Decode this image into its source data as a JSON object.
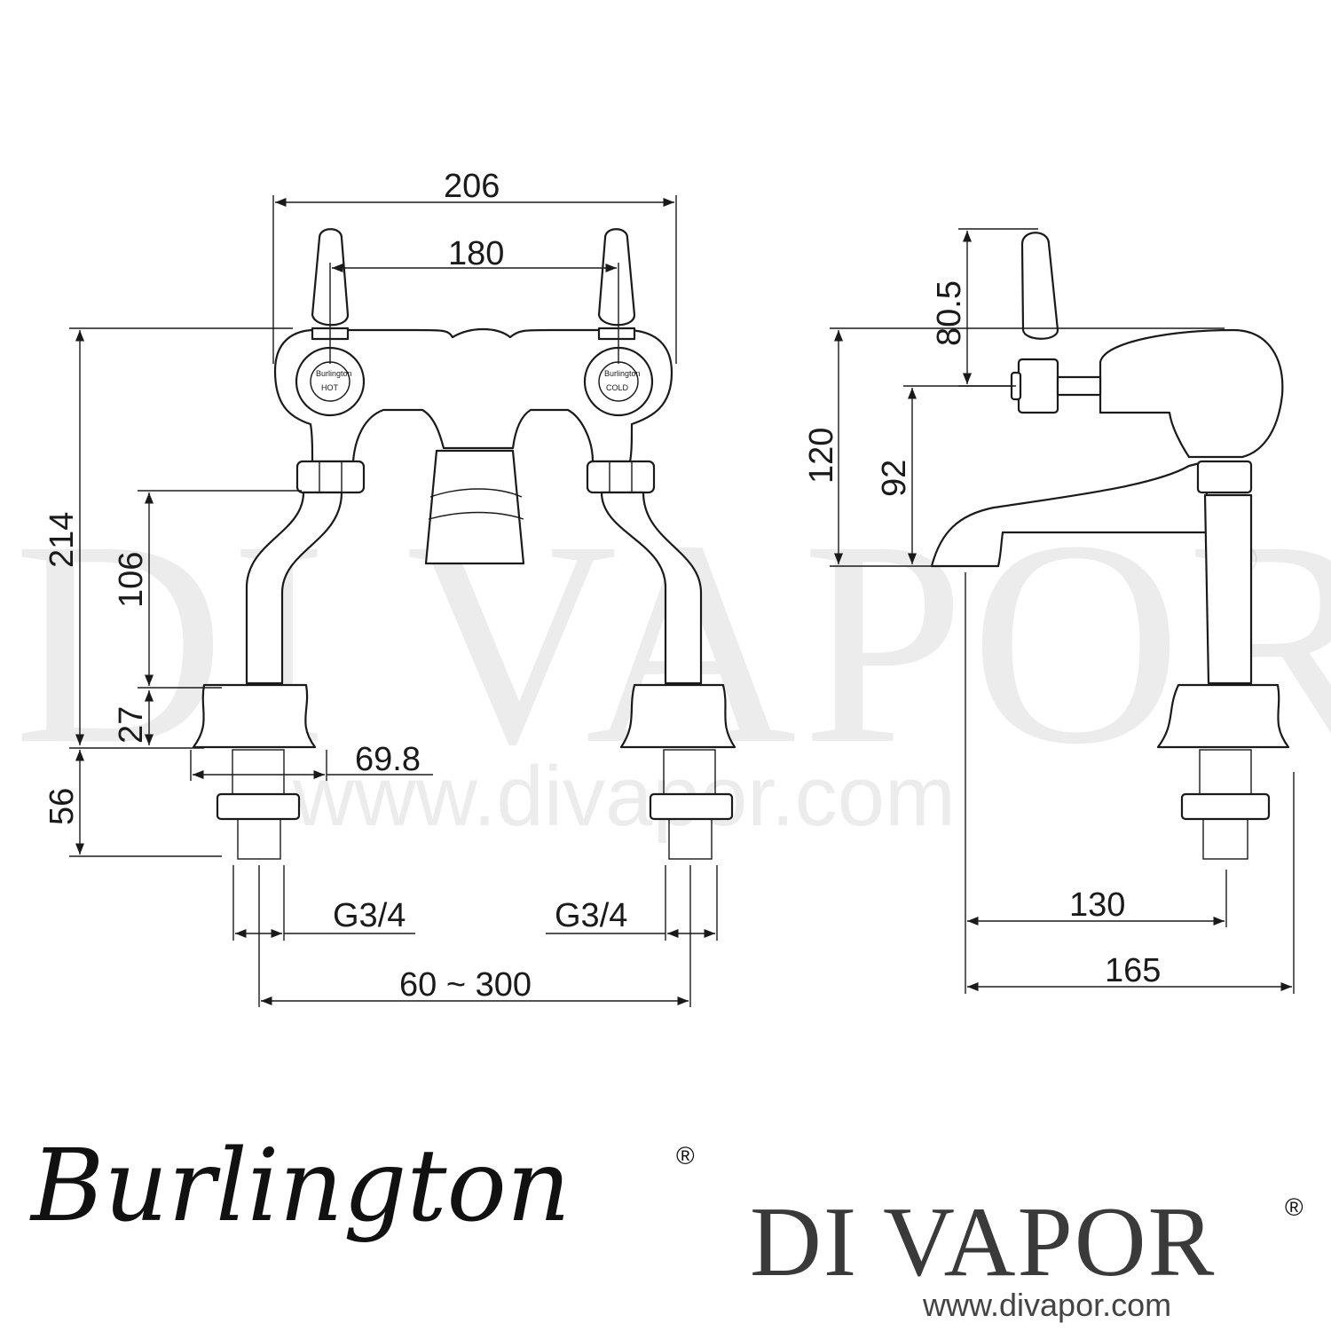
{
  "watermark": {
    "text": "DI VAPOR",
    "reg": "®",
    "url": "www.divapor.com"
  },
  "dimensions": {
    "d206": "206",
    "d180": "180",
    "d214": "214",
    "d106": "106",
    "d27": "27",
    "d56": "56",
    "d698": "69.8",
    "g34_left": "G3/4",
    "g34_right": "G3/4",
    "d60_300": "60 ~ 300",
    "d805": "80.5",
    "d120": "120",
    "d92": "92",
    "d130": "130",
    "d165": "165"
  },
  "handles": {
    "hot_brand": "Burlington",
    "hot_label": "HOT",
    "cold_brand": "Burlington",
    "cold_label": "COLD"
  },
  "footer": {
    "burlington": "Burlington",
    "burlington_reg": "®",
    "divapor": "DI VAPOR",
    "divapor_reg": "®",
    "divapor_url": "www.divapor.com"
  }
}
